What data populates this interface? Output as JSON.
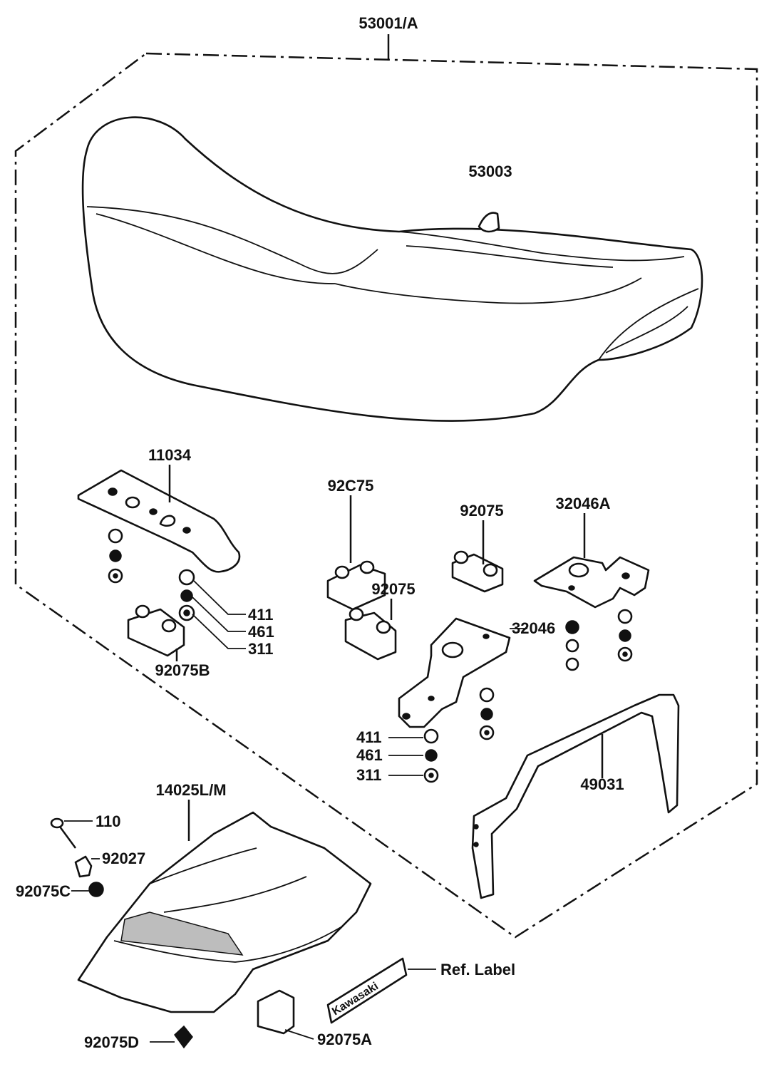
{
  "labels": {
    "assembly": "53001/A",
    "cover": "53003",
    "bracket_left": "11034",
    "damper_a": "92C75",
    "damper_b": "92075",
    "bracket_right_a": "32046A",
    "damper_c": "92075",
    "bracket_right": "32046",
    "damper_left": "92075B",
    "washer_upper": "411",
    "lockwasher_upper": "461",
    "nut_upper": "311",
    "washer_lower": "411",
    "lockwasher_lower": "461",
    "nut_lower": "311",
    "strap": "49031",
    "cover_tail": "14025L/M",
    "bolt": "110",
    "collar": "92027",
    "damper_tail": "92075C",
    "ref_label": "Ref. Label",
    "damper_bottom": "92075D",
    "damper_cap": "92075A",
    "emblem_text": "Kawasaki"
  }
}
